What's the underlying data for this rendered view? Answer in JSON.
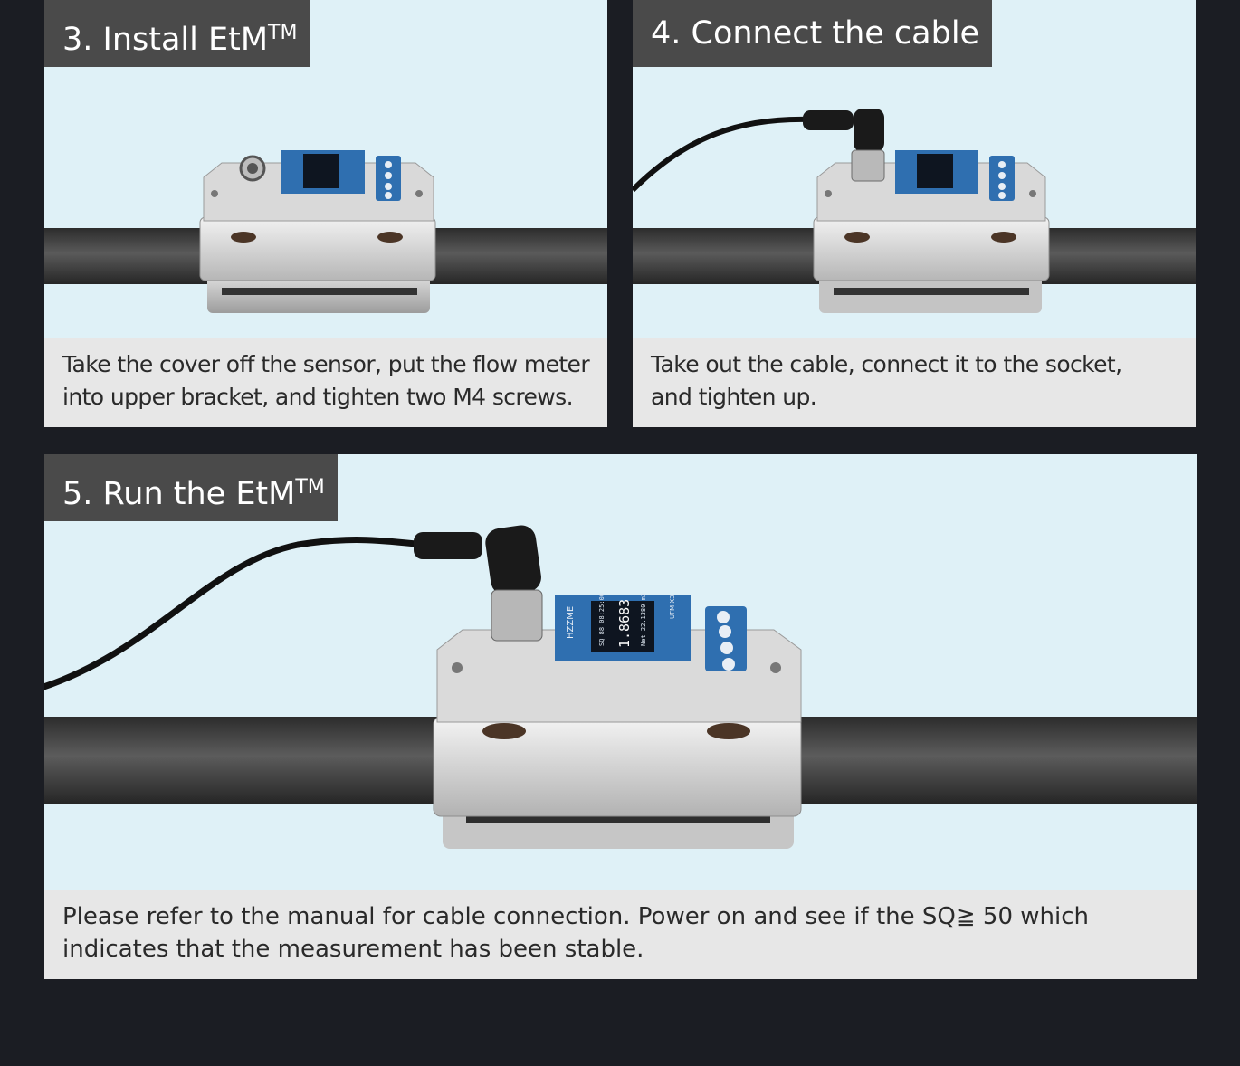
{
  "steps": [
    {
      "title": "3. Install EtM",
      "trademark": "TM",
      "caption_line1": "Take the cover off the sensor, put the flow meter",
      "caption_line2": "into upper bracket, and tighten two M4 screws."
    },
    {
      "title": "4. Connect the cable",
      "caption_line1": "Take out the cable, connect it to the socket,",
      "caption_line2": "and tighten up."
    },
    {
      "title": "5. Run the EtM",
      "trademark": "TM",
      "caption_line1": "Please refer to the manual for cable connection.  Power on and see if the SQ≧ 50 which",
      "caption_line2": "indicates that the measurement has been stable."
    }
  ],
  "device": {
    "brand": "HZZME",
    "model": "UFM-X3",
    "display_line1": "SQ 88   08:25:00",
    "display_value": "1.8683",
    "display_unit": "m3/h",
    "display_line3": "Net  22.1380 m3"
  },
  "colors": {
    "page_background": "#1b1d23",
    "panel_background": "#dff1f7",
    "title_background": "#4a4a4a",
    "caption_background": "#e7e7e7",
    "device_blue": "#2f6fb0"
  },
  "icons": [
    "pipe-icon",
    "flow-meter-icon",
    "cable-icon",
    "connector-icon"
  ]
}
